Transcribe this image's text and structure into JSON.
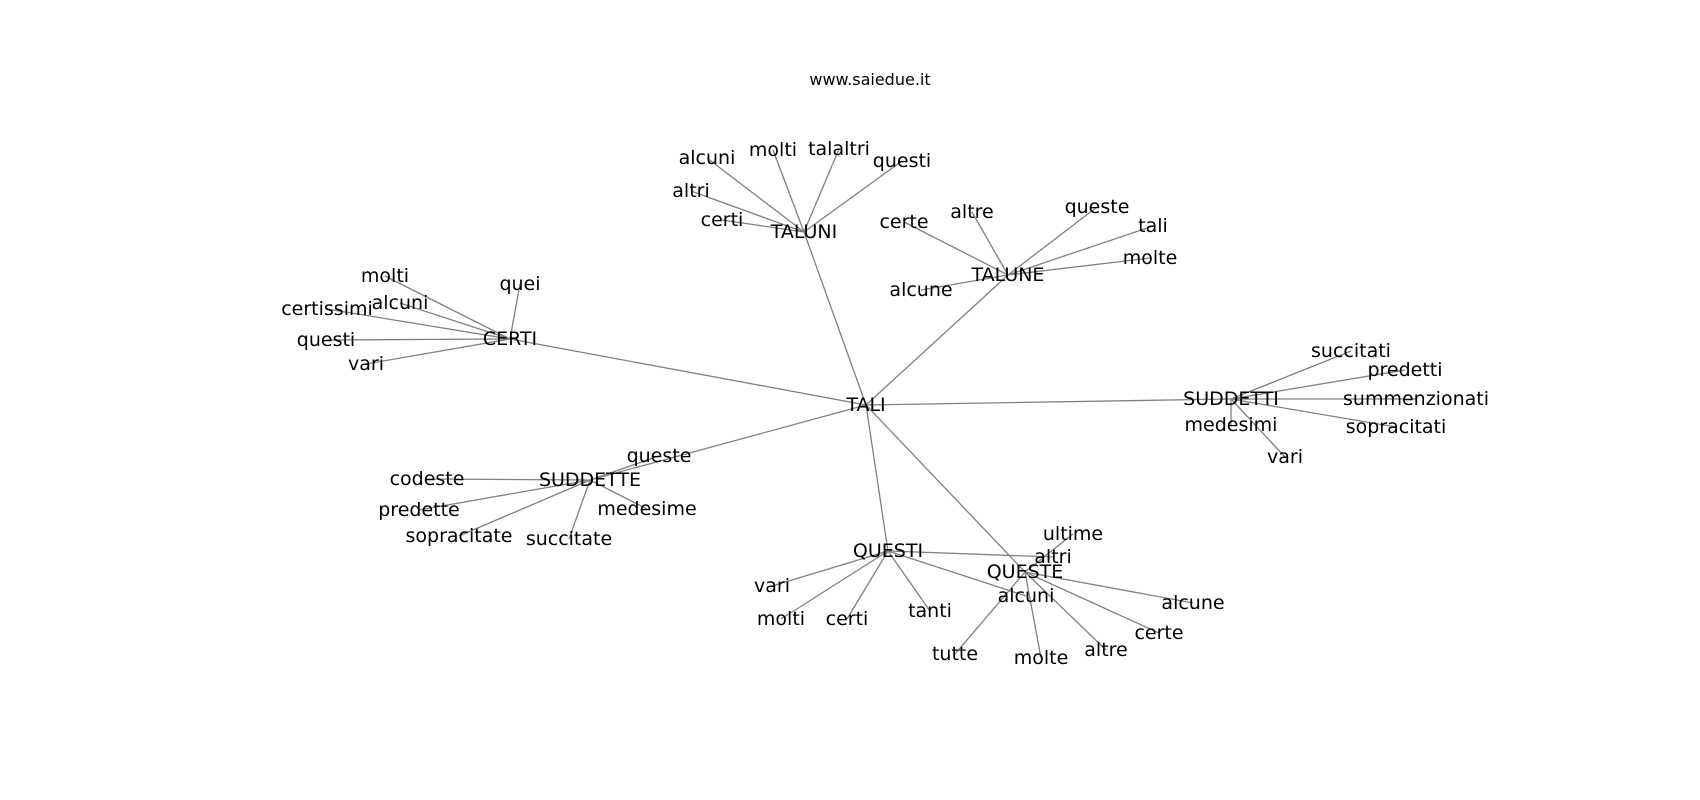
{
  "caption": "www.saiedue.it",
  "colors": {
    "edge": "#808080",
    "label": "#000000",
    "background": "#ffffff"
  },
  "graph": {
    "nodes": [
      {
        "id": "TALI",
        "label": "TALI"
      },
      {
        "id": "TALUNI",
        "label": "TALUNI"
      },
      {
        "id": "TALUNE",
        "label": "TALUNE"
      },
      {
        "id": "CERTI",
        "label": "CERTI"
      },
      {
        "id": "SUDDETTI",
        "label": "SUDDETTI"
      },
      {
        "id": "SUDDETTE",
        "label": "SUDDETTE"
      },
      {
        "id": "QUESTI",
        "label": "QUESTI"
      },
      {
        "id": "QUESTE",
        "label": "QUESTE"
      },
      {
        "id": "taluni_alcuni",
        "label": "alcuni"
      },
      {
        "id": "taluni_molti",
        "label": "molti"
      },
      {
        "id": "taluni_talaltri",
        "label": "talaltri"
      },
      {
        "id": "taluni_questi",
        "label": "questi"
      },
      {
        "id": "taluni_altri",
        "label": "altri"
      },
      {
        "id": "taluni_certi",
        "label": "certi"
      },
      {
        "id": "talune_certe",
        "label": "certe"
      },
      {
        "id": "talune_altre",
        "label": "altre"
      },
      {
        "id": "talune_queste",
        "label": "queste"
      },
      {
        "id": "talune_tali",
        "label": "tali"
      },
      {
        "id": "talune_molte",
        "label": "molte"
      },
      {
        "id": "talune_alcune",
        "label": "alcune"
      },
      {
        "id": "certi_molti",
        "label": "molti"
      },
      {
        "id": "certi_alcuni",
        "label": "alcuni"
      },
      {
        "id": "certi_quei",
        "label": "quei"
      },
      {
        "id": "certi_certissimi",
        "label": "certissimi"
      },
      {
        "id": "certi_questi",
        "label": "questi"
      },
      {
        "id": "certi_vari",
        "label": "vari"
      },
      {
        "id": "suddetti_succitati",
        "label": "succitati"
      },
      {
        "id": "suddetti_predetti",
        "label": "predetti"
      },
      {
        "id": "suddetti_summenzionati",
        "label": "summenzionati"
      },
      {
        "id": "suddetti_medesimi",
        "label": "medesimi"
      },
      {
        "id": "suddetti_sopracitati",
        "label": "sopracitati"
      },
      {
        "id": "suddetti_vari",
        "label": "vari"
      },
      {
        "id": "suddette_queste",
        "label": "queste"
      },
      {
        "id": "suddette_codeste",
        "label": "codeste"
      },
      {
        "id": "suddette_predette",
        "label": "predette"
      },
      {
        "id": "suddette_medesime",
        "label": "medesime"
      },
      {
        "id": "suddette_sopracitate",
        "label": "sopracitate"
      },
      {
        "id": "suddette_succitate",
        "label": "succitate"
      },
      {
        "id": "questi_vari",
        "label": "vari"
      },
      {
        "id": "questi_molti",
        "label": "molti"
      },
      {
        "id": "questi_certi",
        "label": "certi"
      },
      {
        "id": "questi_tanti",
        "label": "tanti"
      },
      {
        "id": "questi_altri",
        "label": "altri"
      },
      {
        "id": "questi_alcuni",
        "label": "alcuni"
      },
      {
        "id": "queste_ultime",
        "label": "ultime"
      },
      {
        "id": "queste_alcune",
        "label": "alcune"
      },
      {
        "id": "queste_certe",
        "label": "certe"
      },
      {
        "id": "queste_altre",
        "label": "altre"
      },
      {
        "id": "queste_molte",
        "label": "molte"
      },
      {
        "id": "queste_tutte",
        "label": "tutte"
      }
    ],
    "edges": [
      [
        "TALI",
        "TALUNI"
      ],
      [
        "TALI",
        "TALUNE"
      ],
      [
        "TALI",
        "CERTI"
      ],
      [
        "TALI",
        "SUDDETTI"
      ],
      [
        "TALI",
        "SUDDETTE"
      ],
      [
        "TALI",
        "QUESTI"
      ],
      [
        "TALI",
        "QUESTE"
      ],
      [
        "TALUNI",
        "taluni_alcuni"
      ],
      [
        "TALUNI",
        "taluni_molti"
      ],
      [
        "TALUNI",
        "taluni_talaltri"
      ],
      [
        "TALUNI",
        "taluni_questi"
      ],
      [
        "TALUNI",
        "taluni_altri"
      ],
      [
        "TALUNI",
        "taluni_certi"
      ],
      [
        "TALUNE",
        "talune_certe"
      ],
      [
        "TALUNE",
        "talune_altre"
      ],
      [
        "TALUNE",
        "talune_queste"
      ],
      [
        "TALUNE",
        "talune_tali"
      ],
      [
        "TALUNE",
        "talune_molte"
      ],
      [
        "TALUNE",
        "talune_alcune"
      ],
      [
        "CERTI",
        "certi_molti"
      ],
      [
        "CERTI",
        "certi_alcuni"
      ],
      [
        "CERTI",
        "certi_quei"
      ],
      [
        "CERTI",
        "certi_certissimi"
      ],
      [
        "CERTI",
        "certi_questi"
      ],
      [
        "CERTI",
        "certi_vari"
      ],
      [
        "SUDDETTI",
        "suddetti_succitati"
      ],
      [
        "SUDDETTI",
        "suddetti_predetti"
      ],
      [
        "SUDDETTI",
        "suddetti_summenzionati"
      ],
      [
        "SUDDETTI",
        "suddetti_medesimi"
      ],
      [
        "SUDDETTI",
        "suddetti_sopracitati"
      ],
      [
        "SUDDETTI",
        "suddetti_vari"
      ],
      [
        "SUDDETTE",
        "suddette_queste"
      ],
      [
        "SUDDETTE",
        "suddette_codeste"
      ],
      [
        "SUDDETTE",
        "suddette_predette"
      ],
      [
        "SUDDETTE",
        "suddette_medesime"
      ],
      [
        "SUDDETTE",
        "suddette_sopracitate"
      ],
      [
        "SUDDETTE",
        "suddette_succitate"
      ],
      [
        "QUESTI",
        "questi_vari"
      ],
      [
        "QUESTI",
        "questi_molti"
      ],
      [
        "QUESTI",
        "questi_certi"
      ],
      [
        "QUESTI",
        "questi_tanti"
      ],
      [
        "QUESTI",
        "questi_altri"
      ],
      [
        "QUESTI",
        "questi_alcuni"
      ],
      [
        "QUESTE",
        "queste_ultime"
      ],
      [
        "QUESTE",
        "queste_alcune"
      ],
      [
        "QUESTE",
        "queste_certe"
      ],
      [
        "QUESTE",
        "queste_altre"
      ],
      [
        "QUESTE",
        "queste_molte"
      ],
      [
        "QUESTE",
        "queste_tutte"
      ]
    ]
  }
}
